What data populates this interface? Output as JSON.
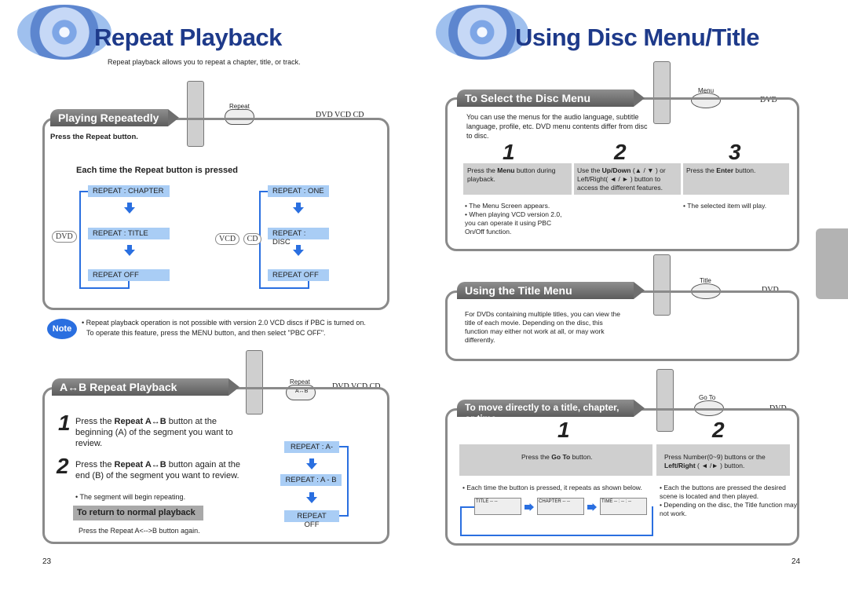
{
  "left": {
    "title": "Repeat Playback",
    "subtitle": "Repeat playback allows you to repeat a chapter, title, or track.",
    "section1": {
      "header": "Playing Repeatedly",
      "press": "Press the Repeat button.",
      "button_label": "Repeat",
      "formats": [
        "DVD",
        "VCD",
        "CD"
      ],
      "each_time": "Each time the Repeat button is pressed",
      "dvd_label": "DVD",
      "vcd_label": "VCD",
      "cd_label": "CD",
      "dvd_seq": [
        "REPEAT : CHAPTER",
        "REPEAT : TITLE",
        "REPEAT OFF"
      ],
      "vcd_seq": [
        "REPEAT : ONE",
        "REPEAT : DISC",
        "REPEAT OFF"
      ]
    },
    "note": {
      "label": "Note",
      "text1": "• Repeat playback operation is not possible with version 2.0 VCD discs if PBC is turned on.",
      "text2": "To operate this feature, press the MENU button, and then select \"PBC OFF\"."
    },
    "section2": {
      "header": "A↔B Repeat Playback",
      "button_label": "Repeat",
      "button_sub": "A↔B",
      "formats": [
        "DVD",
        "VCD",
        "CD"
      ],
      "step1_num": "1",
      "step1_pre": "Press the ",
      "step1_bold": "Repeat A↔B",
      "step1_post": " button at the beginning (A) of the segment you want to review.",
      "step2_num": "2",
      "step2_pre": "Press the ",
      "step2_bold": "Repeat A↔B",
      "step2_post": " button again at the end (B) of the segment you want to review.",
      "step2_note": "• The segment will begin repeating.",
      "return_hdr": "To return to normal playback",
      "return_text": "Press the Repeat A<-->B button again.",
      "seq": [
        "REPEAT : A-",
        "REPEAT : A - B",
        "REPEAT OFF"
      ]
    },
    "page_num": "23"
  },
  "right": {
    "title": "Using Disc Menu/Title",
    "menu": {
      "header": "To Select the Disc Menu",
      "button_label": "Menu",
      "format": "DVD",
      "intro": "You can use the menus for the audio language, subtitle language, profile, etc. DVD menu contents differ from disc to disc.",
      "steps": [
        {
          "num": "1",
          "pre": "Press the ",
          "bold": "Menu",
          "post": " button during playback."
        },
        {
          "num": "2",
          "pre": "Use the ",
          "bold": "Up/Down",
          "post": " (▲ / ▼ ) or Left/Right( ◄ / ► ) button to access the different features."
        },
        {
          "num": "3",
          "pre": "Press the ",
          "bold": "Enter",
          "post": " button."
        }
      ],
      "notes_left": [
        "The Menu Screen appears.",
        "When playing VCD version 2.0, you can operate it using PBC On/Off function."
      ],
      "note_right": "The selected item will play."
    },
    "titlemenu": {
      "header": "Using the Title Menu",
      "button_label": "Title",
      "format": "DVD",
      "text": "For DVDs containing multiple titles, you can view the title of each movie. Depending on the disc, this function may either not work at all, or may work differently."
    },
    "goto": {
      "header": "To move directly to a title, chapter, or time",
      "button_label": "Go To",
      "format": "DVD",
      "steps": [
        {
          "num": "1",
          "pre": "Press the ",
          "bold": "Go To",
          "post": " button."
        },
        {
          "num": "2",
          "pre": "Press Number(0~9) buttons or the ",
          "bold": "Left/Right",
          "post": " ( ◄ /► ) button."
        }
      ],
      "note_left": "• Each time the button is pressed, it repeats as shown below.",
      "notes_right": [
        "Each the buttons are pressed the desired scene is located and then played.",
        "Depending on the disc, the Title function may not work."
      ],
      "screens": [
        "TITLE  -- --",
        "CHAPTER  -- --",
        "TIME  -- : -- : --"
      ]
    },
    "page_num": "24"
  }
}
